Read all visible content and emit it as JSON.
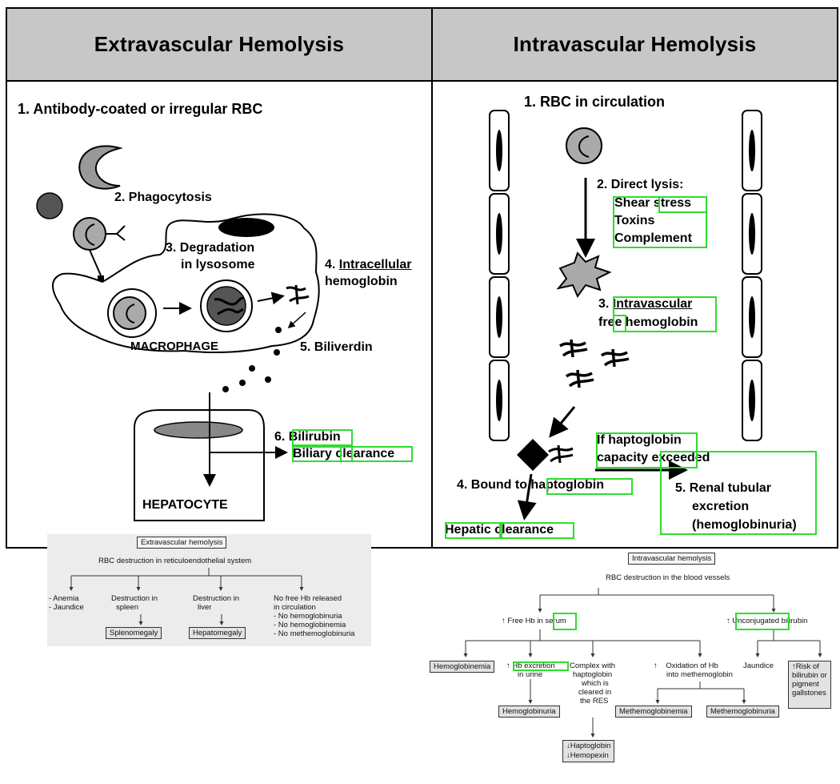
{
  "extravascular": {
    "title": "Extravascular  Hemolysis",
    "step1": "1.  Antibody-coated or irregular RBC",
    "step2": "2. Phagocytosis",
    "step3_line1": "3. Degradation",
    "step3_line2": "in lysosome",
    "step4_num": "4. ",
    "step4_word": "Intracellular",
    "step4_line2": "hemoglobin",
    "macrophage": "MACROPHAGE",
    "step5": "5. Biliverdin",
    "step6_line1": "6. Bilirubin",
    "step6_line2": "Biliary clearance",
    "hepatocyte": "HEPATOCYTE"
  },
  "intravascular": {
    "title": "Intravascular  Hemolysis",
    "step1": "1.  RBC in circulation",
    "step2_title": "2. Direct lysis:",
    "step2_items": [
      "Shear stress",
      "Toxins",
      "Complement"
    ],
    "step3_num": "3. ",
    "step3_word": "Intravascular",
    "step3_line2": "free hemoglobin",
    "step4": "4. Bound to haptoglobin",
    "hepatic": "Hepatic clearance",
    "if_line1": "If haptoglobin",
    "if_line2": "capacity exceeded",
    "step5_line1": "5. Renal tubular",
    "step5_line2": "excretion",
    "step5_line3": "(hemoglobinuria)"
  },
  "flow_extra": {
    "title": "Extravascular hemolysis",
    "root": "RBC destruction in reticuloendothelial system",
    "col1": [
      "- Anemia",
      "- Jaundice"
    ],
    "col2": [
      "Destruction in",
      "spleen"
    ],
    "col2_box": "Splenomegaly",
    "col3": [
      "Destruction in",
      "liver"
    ],
    "col3_box": "Hepatomegaly",
    "col4": [
      "No free Hb released",
      "in circulation",
      "- No hemoglobinuria",
      "- No hemoglobinemia",
      "- No methemoglobinuria"
    ]
  },
  "flow_intra": {
    "title": "Intravascular hemolysis",
    "root": "RBC destruction in the blood vessels",
    "branch_left": "Free Hb in serum",
    "branch_right": "Unconjugated bilirubin",
    "hemoglobinemia": "Hemoglobinemia",
    "hb_excretion": [
      "Hb excretion",
      "in urine"
    ],
    "hemoglobinuria": "Hemoglobinuria",
    "complex": [
      "Complex with",
      "haptoglobin",
      "which is",
      "cleared in",
      "the RES"
    ],
    "hapto_hemopexin": [
      "Haptoglobin",
      "Hemopexin"
    ],
    "oxidation": [
      "Oxidation of Hb",
      "into methemoglobin"
    ],
    "methemoglobinemia": "Methemoglobinemia",
    "methemoglobinuria": "Methemoglobinuria",
    "jaundice": "Jaundice",
    "risk": [
      "Risk of",
      "bilirubin or",
      "pigment",
      "gallstones"
    ]
  },
  "colors": {
    "highlight": "#2fdc2f",
    "header": "#c7c7c7",
    "cell": "#999999"
  }
}
